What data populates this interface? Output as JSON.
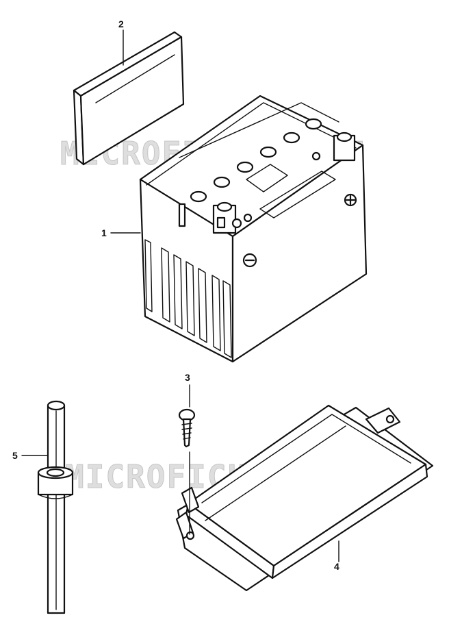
{
  "watermark": "MICROFICHES.NET",
  "callouts": {
    "battery": "1",
    "plate": "2",
    "screw": "3",
    "cover": "4",
    "tube": "5"
  },
  "colors": {
    "ink": "#111111",
    "background": "#ffffff",
    "watermark": "#d9d9d9"
  }
}
